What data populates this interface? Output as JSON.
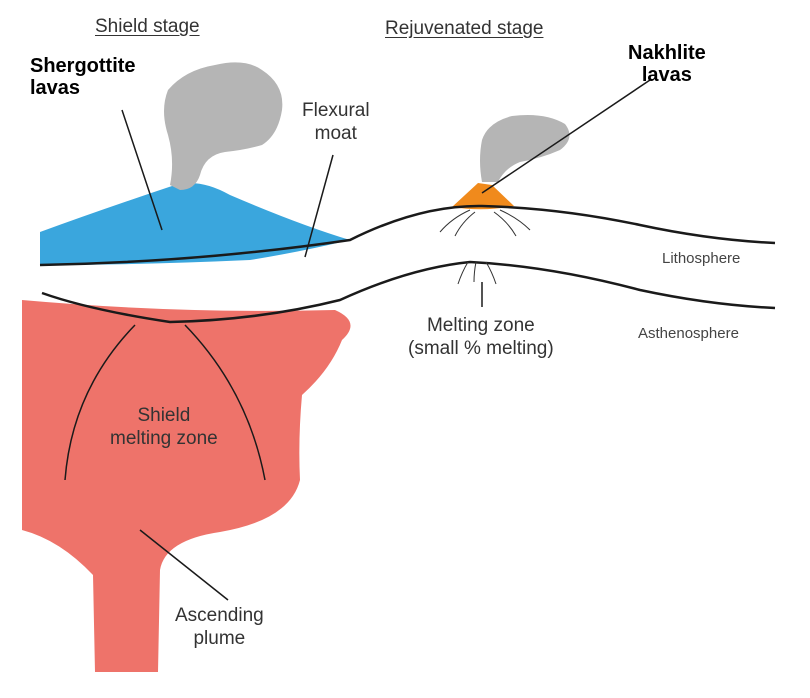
{
  "stages": {
    "shield": "Shield stage",
    "rejuvenated": "Rejuvenated stage"
  },
  "labels": {
    "shergottite": [
      "Shergottite",
      "lavas"
    ],
    "nakhlite": [
      "Nakhlite",
      "lavas"
    ],
    "flexural_moat": [
      "Flexural",
      "moat"
    ],
    "lithosphere": "Lithosphere",
    "asthenosphere": "Asthenosphere",
    "melting_zone": [
      "Melting zone",
      "(small % melting)"
    ],
    "shield_melting_zone": [
      "Shield",
      "melting zone"
    ],
    "ascending_plume": [
      "Ascending",
      "plume"
    ]
  },
  "colors": {
    "shergottite_lava": "#3aa6dd",
    "nakhlite_lava": "#f08a1c",
    "plume": "#ee736a",
    "ash_cloud": "#b5b5b5",
    "line": "#1a1a1a"
  }
}
